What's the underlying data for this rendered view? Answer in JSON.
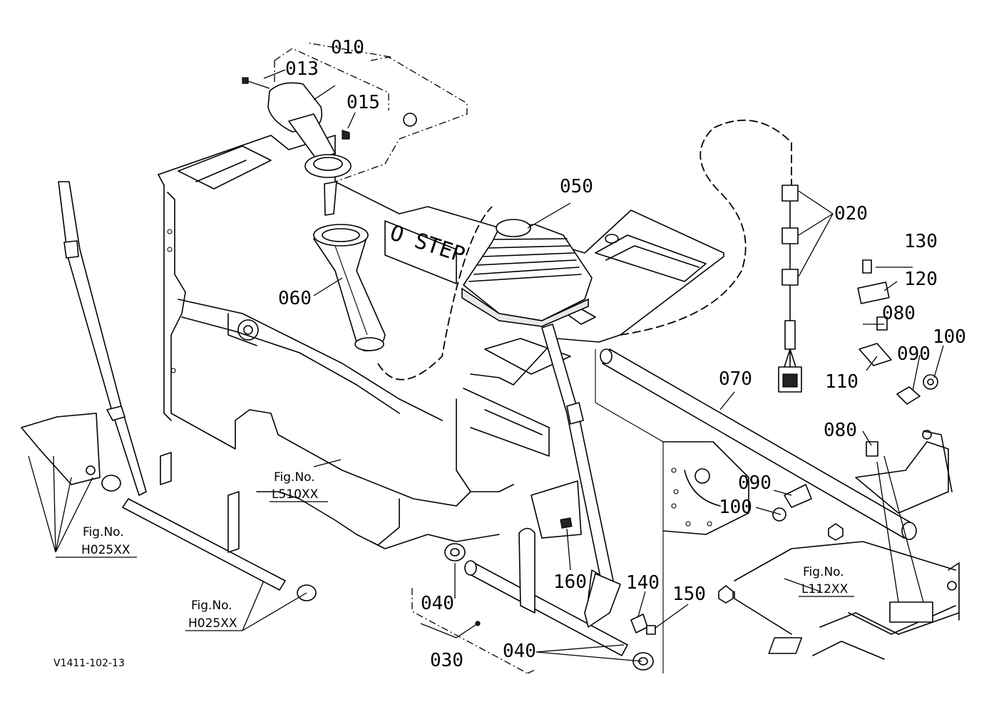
{
  "callouts": {
    "c010": "010",
    "c013": "013",
    "c015": "015",
    "c020": "020",
    "c030": "030",
    "c040a": "040",
    "c040b": "040",
    "c050": "050",
    "c060": "060",
    "c070": "070",
    "c080a": "080",
    "c080b": "080",
    "c090a": "090",
    "c090b": "090",
    "c100a": "100",
    "c100b": "100",
    "c110": "110",
    "c120": "120",
    "c130": "130",
    "c140": "140",
    "c150": "150",
    "c160": "160"
  },
  "fig_refs": {
    "l510": {
      "label": "Fig.No.",
      "code": "L510XX"
    },
    "h025_left": {
      "label": "Fig.No.",
      "code": "H025XX"
    },
    "h025_bottom": {
      "label": "Fig.No.",
      "code": "H025XX"
    },
    "l112": {
      "label": "Fig.No.",
      "code": "L112XX"
    }
  },
  "embossed_text": "O STEP",
  "drawing_number": "V1411-102-13"
}
